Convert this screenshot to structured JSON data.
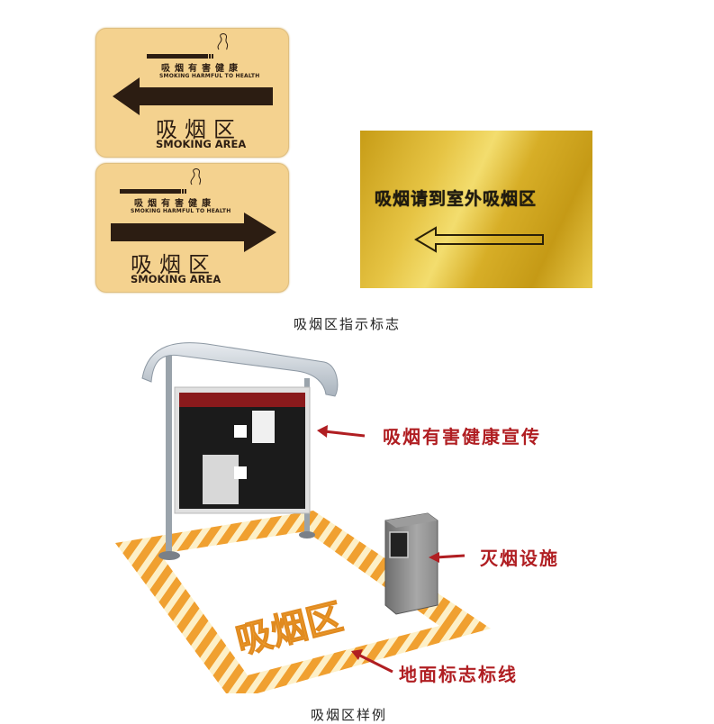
{
  "top_section": {
    "signs": [
      {
        "warning_cn": "吸烟有害健康",
        "warning_en": "SMOKING HARMFUL TO HEALTH",
        "title_cn": "吸烟区",
        "title_en": "SMOKING AREA",
        "arrow_direction": "left"
      },
      {
        "warning_cn": "吸烟有害健康",
        "warning_en": "SMOKING HARMFUL TO HEALTH",
        "title_cn": "吸烟区",
        "title_en": "SMOKING AREA",
        "arrow_direction": "right"
      }
    ],
    "gold_sign": {
      "text": "吸烟请到室外吸烟区",
      "arrow_direction": "left"
    },
    "caption": "吸烟区指示标志"
  },
  "bottom_section": {
    "labels": {
      "poster": "吸烟有害健康宣传",
      "ashtray": "灭烟设施",
      "floor_line": "地面标志标线"
    },
    "floor_text": "吸烟区",
    "caption": "吸烟区样例"
  },
  "colors": {
    "sign_bg": "#f4d28f",
    "sign_ink": "#2c1d12",
    "gold": "#e0bd3c",
    "label_red": "#b01e22",
    "stripe_orange": "#f0a030",
    "stripe_cream": "#fdf0c8"
  }
}
